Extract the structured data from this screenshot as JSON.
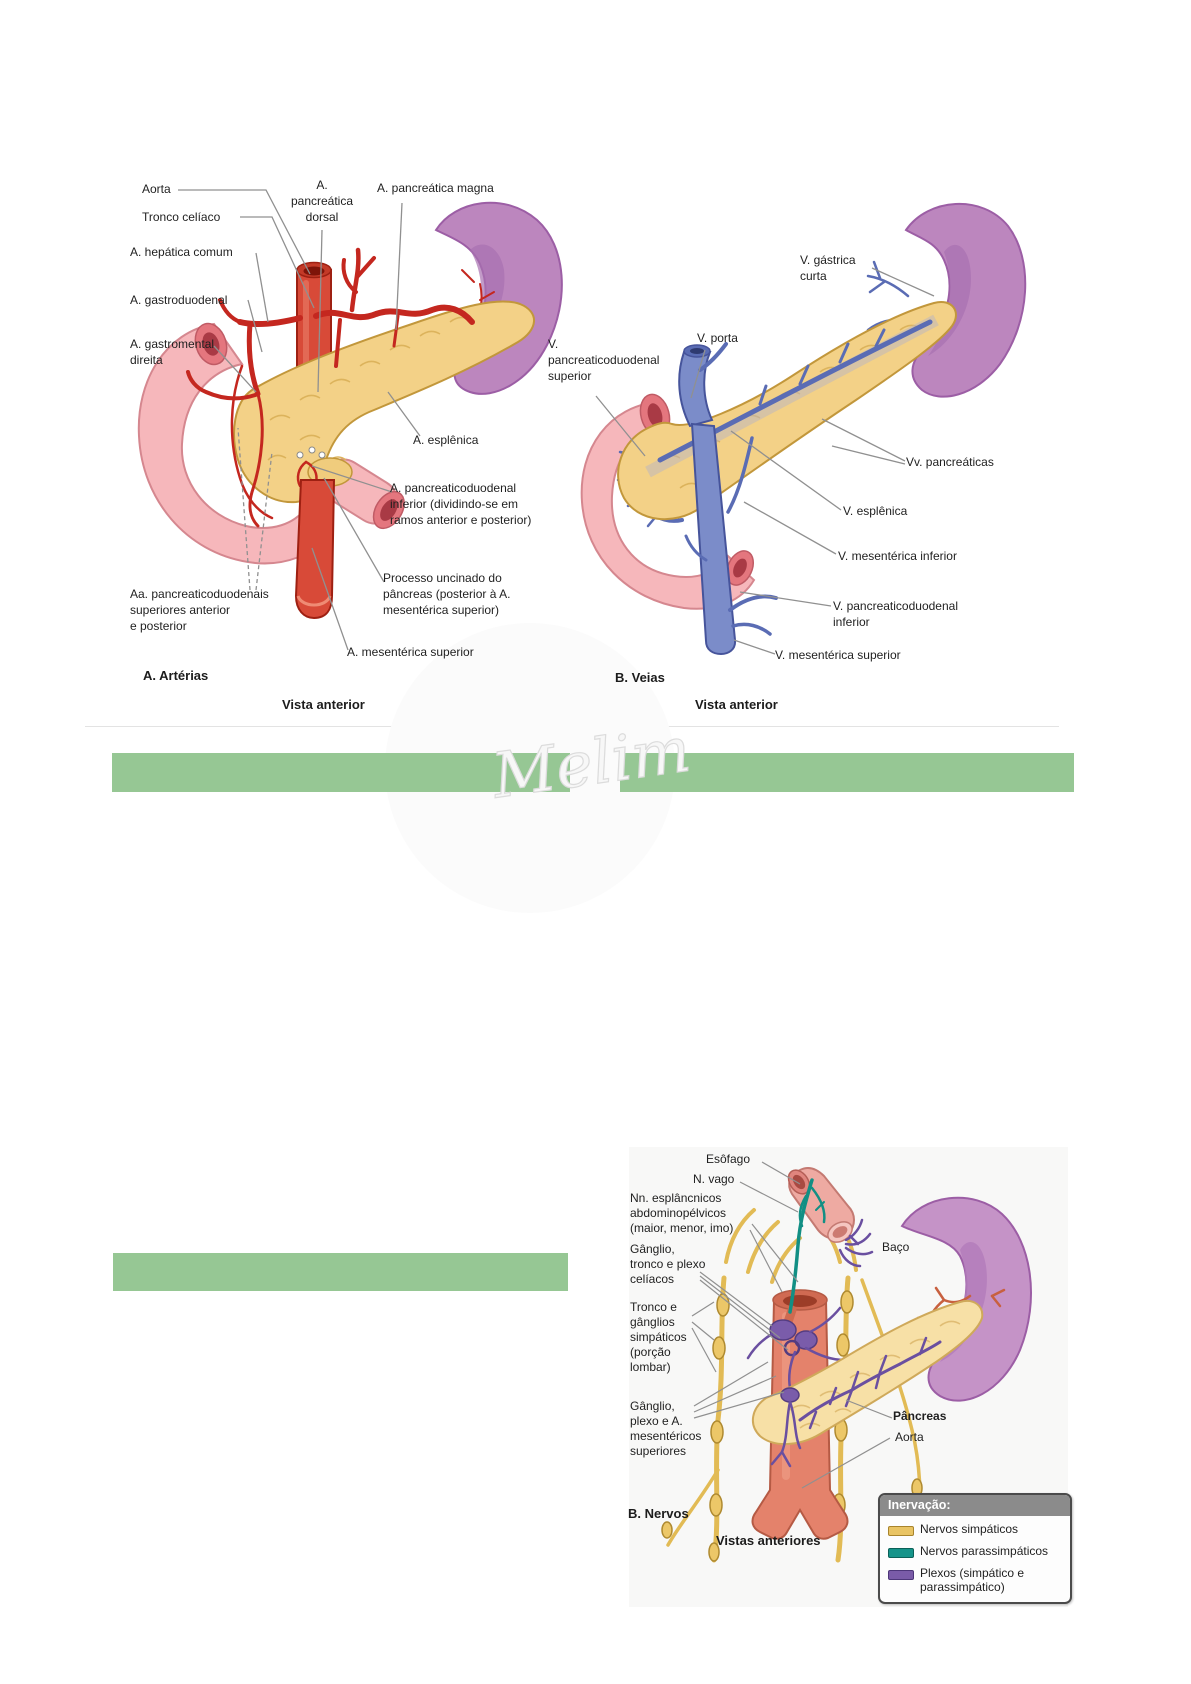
{
  "watermark": {
    "text": "Melim"
  },
  "highlight": {
    "color": "#96c794"
  },
  "panel_arteries": {
    "title": "A. Artérias",
    "caption": "Vista anterior",
    "labels": {
      "aorta": "Aorta",
      "tronco_celiaco": "Tronco celíaco",
      "hepatica_comum": "A. hepática comum",
      "gastroduodenal": "A. gastroduodenal",
      "gastromental": "A. gastromental\ndireita",
      "pancreatica_dorsal": "A.\npancreática\ndorsal",
      "pancreatica_magna": "A. pancreática magna",
      "esplenica": "A. esplênica",
      "pancreaticoduodenal_inferior": "A. pancreaticoduodenal\ninferior (dividindo-se em\nramos anterior e posterior)",
      "processo_uncinado": "Processo uncinado do\npâncreas (posterior à A.\nmesentérica superior)",
      "pancreaticoduodenais_superiores": "Aa. pancreaticoduodenais\nsuperiores anterior\ne posterior",
      "mesenterica_superior": "A. mesentérica superior"
    }
  },
  "panel_veins": {
    "title": "B. Veias",
    "caption": "Vista anterior",
    "labels": {
      "gastrica_curta": "V. gástrica\ncurta",
      "porta": "V. porta",
      "pancreaticoduodenal_superior": "V.\npancreaticoduodenal\nsuperior",
      "pancreaticas": "Vv. pancreáticas",
      "esplenica": "V. esplênica",
      "mesenterica_inferior": "V. mesentérica inferior",
      "pancreaticoduodenal_inferior": "V. pancreaticoduodenal\ninferior",
      "mesenterica_superior": "V. mesentérica superior"
    }
  },
  "panel_nerves": {
    "title": "B. Nervos",
    "caption": "Vistas anteriores",
    "labels": {
      "esofago": "Esôfago",
      "vago": "N. vago",
      "esplancnicos": "Nn. esplâncnicos\nabdominopélvicos\n(maior, menor, imo)",
      "ganglio_celiaco": "Gânglio,\ntronco e plexo\ncelíacos",
      "tronco_simpatico": "Tronco e\ngânglios\nsimpáticos\n(porção\nlombar)",
      "ganglio_mesenterico": "Gânglio,\nplexo e A.\nmesentéricos\nsuperiores",
      "baco": "Baço",
      "pancreas": "Pâncreas",
      "aorta": "Aorta"
    },
    "legend": {
      "title": "Inervação:",
      "items": [
        {
          "label": "Nervos simpáticos",
          "color": "#e9c464"
        },
        {
          "label": "Nervos parassimpáticos",
          "color": "#16948a"
        },
        {
          "label": "Plexos (simpático e\nparassimpático)",
          "color": "#7a5ba8"
        }
      ]
    }
  }
}
